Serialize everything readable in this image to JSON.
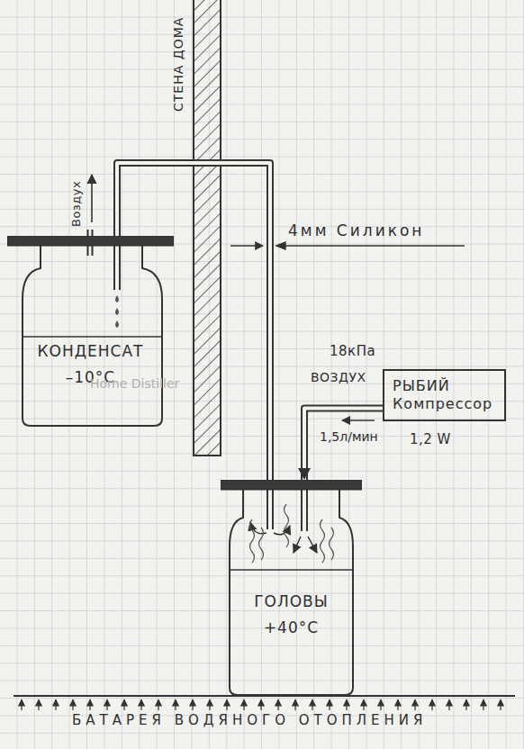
{
  "diagram": {
    "nodes": [
      {
        "text": [
          "КОНДЕНСАТ",
          "–10°C"
        ]
      },
      {
        "text": [
          "РЫБИЙ Компрессор"
        ]
      },
      {
        "text": [
          "ГОЛОВЫ",
          "+40°C"
        ]
      }
    ],
    "edges": [
      {
        "from": 2,
        "to": 0,
        "arrow": "none"
      },
      {
        "from": 1,
        "to": 2,
        "arrow": "to"
      }
    ],
    "labels": [
      "СТЕНА ДОМА",
      "Воздух",
      "4мм Силикон",
      "18кПа",
      "ВОЗДУХ",
      "1,5л/мин",
      "1,2 W",
      "Home Distiller",
      "БАТАРЕЯ ВОДЯНОГО ОТОПЛЕНИЯ"
    ]
  }
}
